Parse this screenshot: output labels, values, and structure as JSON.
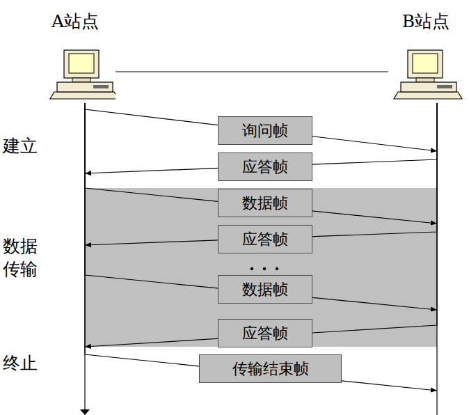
{
  "diagram": {
    "nodes": [
      {
        "text": [
          "A站点"
        ]
      },
      {
        "text": [
          "B站点"
        ]
      }
    ],
    "edges": [
      {
        "from": 0,
        "to": 1,
        "arrow": "to",
        "label": "询问帧"
      },
      {
        "from": 1,
        "to": 0,
        "arrow": "to",
        "label": "应答帧"
      },
      {
        "from": 0,
        "to": 1,
        "arrow": "to",
        "label": "数据帧"
      },
      {
        "from": 1,
        "to": 0,
        "arrow": "to",
        "label": "应答帧"
      },
      {
        "from": 0,
        "to": 1,
        "arrow": "to",
        "label": "数据帧"
      },
      {
        "from": 1,
        "to": 0,
        "arrow": "to",
        "label": "应答帧"
      },
      {
        "from": 0,
        "to": 1,
        "arrow": "to",
        "label": "传输结束帧"
      },
      {
        "from": 0,
        "to": 1,
        "arrow": "none"
      }
    ],
    "labels": [
      "建立",
      "数据 传输",
      "终止"
    ]
  }
}
